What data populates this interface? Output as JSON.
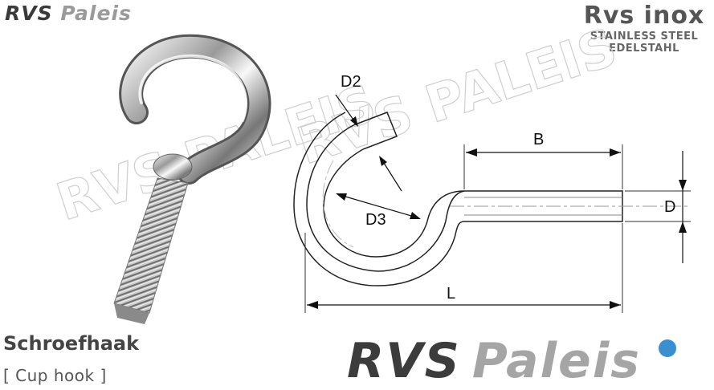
{
  "brand": {
    "logo_part1": "RVS",
    "logo_part2": "Paleis",
    "watermark": "RVS PALEIS",
    "accent": "#3a8fd0"
  },
  "badge": {
    "title": "Rvs inox",
    "line1": "STAINLESS STEEL",
    "line2": "EDELSTAHL"
  },
  "product": {
    "name": "Schroefhaak",
    "english": "[ Cup hook ]"
  },
  "dimensions": {
    "d2": "D2",
    "d3": "D3",
    "b": "B",
    "d": "D",
    "l": "L"
  }
}
